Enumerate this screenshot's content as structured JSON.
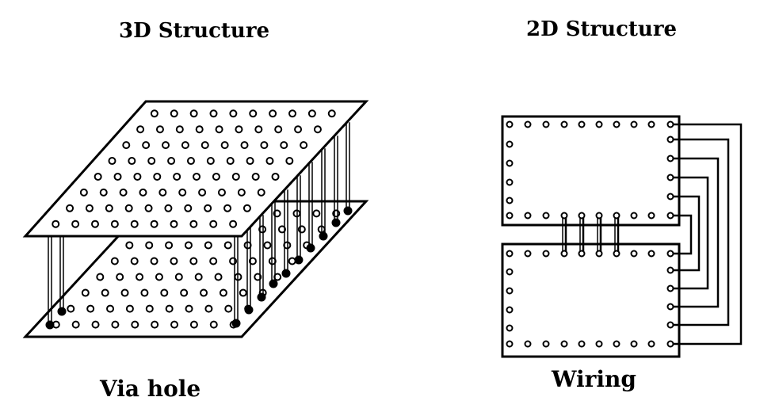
{
  "left_panel": {
    "title": "3D Structure",
    "caption": "Via hole"
  },
  "right_panel": {
    "title": "2D Structure",
    "caption": "Wiring"
  },
  "colors": {
    "ink": "#000000",
    "background": "#ffffff"
  },
  "icons": {
    "hole": "circle-hole-icon"
  }
}
